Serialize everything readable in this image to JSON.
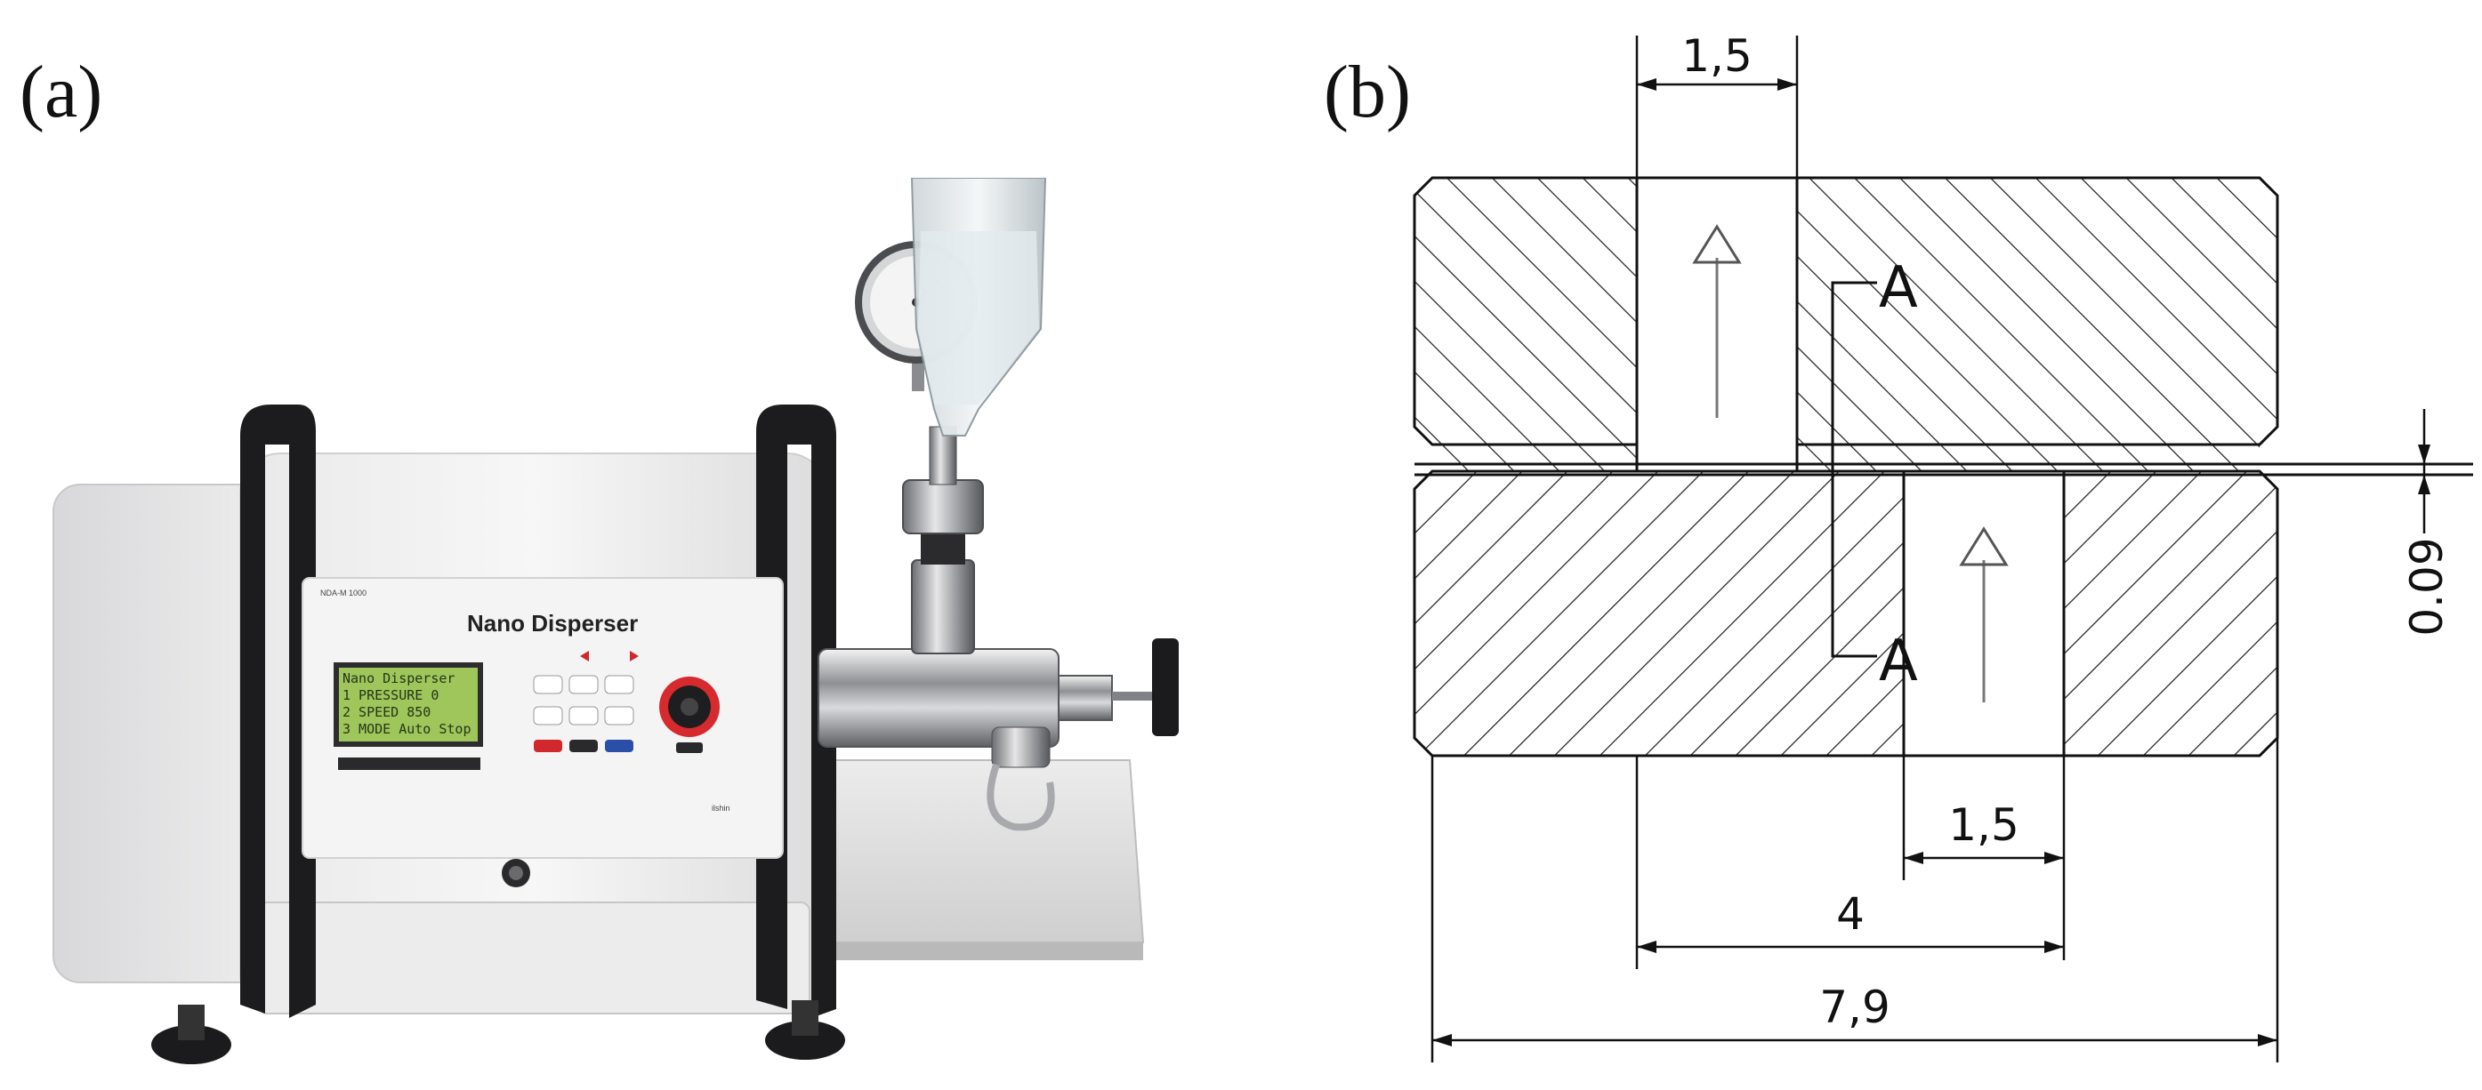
{
  "figure": {
    "panel_a_label": "(a)",
    "panel_b_label": "(b)"
  },
  "device": {
    "brand": "Nano Disperser",
    "lcd_lines": [
      "Nano Disperser",
      "1 PRESSURE    0",
      "2 SPEED    850",
      "3 MODE  Auto  Stop"
    ]
  },
  "drawing": {
    "dim_top_width": "1,5",
    "dim_bottom_width": "1,5",
    "dim_inner_span": "4",
    "dim_total_width": "7,9",
    "dim_gap": "0.09",
    "section_label_top": "A",
    "section_label_bottom": "A"
  }
}
